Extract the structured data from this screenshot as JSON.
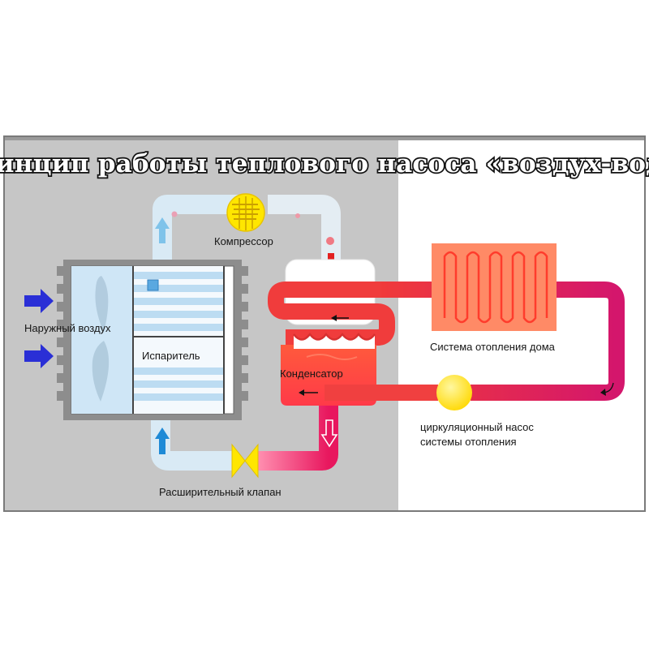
{
  "title": "Принцип работы теплового насоса «воздух-вода»",
  "labels": {
    "compressor": "Компрессор",
    "outdoor_air": "Наружный воздух",
    "evaporator": "Испаритель",
    "condenser": "Конденсатор",
    "expansion_valve": "Расширительный клапан",
    "heating_system": "Система отопления дома",
    "circulation_pump_line1": "циркуляционный насос",
    "circulation_pump_line2": "системы отопления"
  },
  "colors": {
    "outdoor_panel": "#c6c6c6",
    "cold_pipe": "#d9eaf5",
    "hot_pipe": "#f53a3a",
    "water_loop": "#e2195f",
    "pump": "#ffe600",
    "heater": "#ff8a66",
    "airflow_arrow": "#2a2fd6",
    "flow_arrow_blue": "#3a9ad9"
  },
  "icons": [
    "compressor-icon",
    "fan-icon",
    "expansion-valve-icon",
    "circulation-pump-icon",
    "radiator-icon",
    "airflow-arrow-icon",
    "flow-arrow-icon"
  ]
}
